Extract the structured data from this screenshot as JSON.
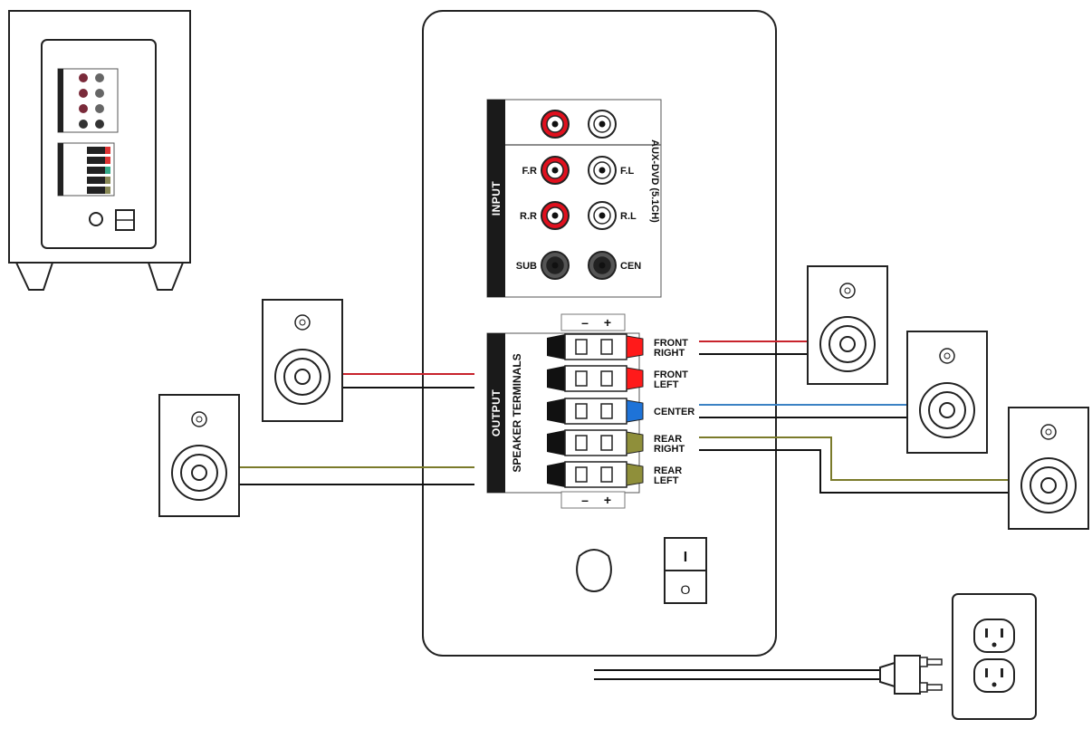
{
  "input_panel": {
    "header": "INPUT",
    "side_label": "AUX-DVD (5.1CH)",
    "jacks": [
      {
        "label": "",
        "color": "#e0101e"
      },
      {
        "label": "",
        "color": "#ffffff"
      },
      {
        "label": "F.R",
        "color": "#e0101e"
      },
      {
        "label": "F.L",
        "color": "#ffffff"
      },
      {
        "label": "R.R",
        "color": "#e0101e"
      },
      {
        "label": "R.L",
        "color": "#ffffff"
      },
      {
        "label": "SUB",
        "color": "#444444"
      },
      {
        "label": "CEN",
        "color": "#444444"
      }
    ]
  },
  "output_panel": {
    "header": "OUTPUT",
    "sub_header": "SPEAKER TERMINALS",
    "minus": "–",
    "plus": "+",
    "terminals": [
      {
        "label_line1": "FRONT",
        "label_line2": "RIGHT",
        "color": "#ff1a1a"
      },
      {
        "label_line1": "FRONT",
        "label_line2": "LEFT",
        "color": "#ff1a1a"
      },
      {
        "label_line1": "CENTER",
        "label_line2": "",
        "color": "#1e73d8"
      },
      {
        "label_line1": "REAR",
        "label_line2": "RIGHT",
        "color": "#8f8f3a"
      },
      {
        "label_line1": "REAR",
        "label_line2": "LEFT",
        "color": "#8f8f3a"
      }
    ]
  },
  "power_switch": {
    "on_symbol": "I",
    "off_symbol": "O"
  },
  "wire_colors": {
    "front": "#c8232c",
    "center": "#3b82c4",
    "rear": "#7a7a2a",
    "black": "#111111"
  }
}
